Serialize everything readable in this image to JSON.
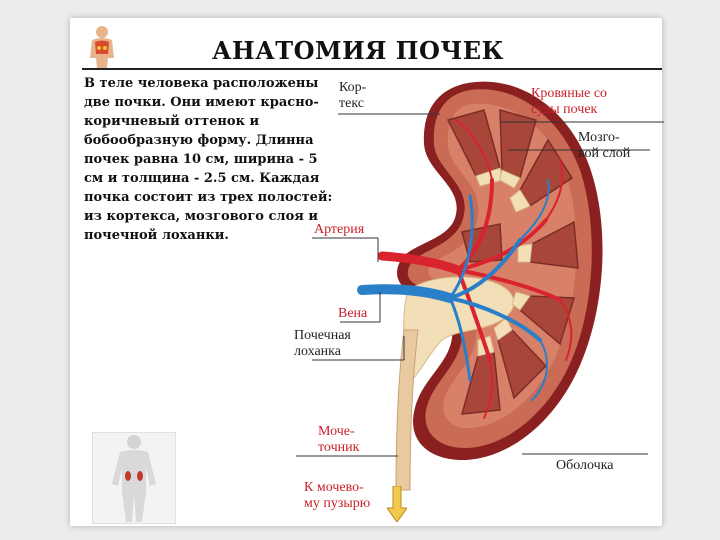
{
  "title": "АНАТОМИЯ ПОЧЕК",
  "description": "В теле человека расположены две почки. Они имеют красно-коричневый оттенок и бобообразную форму. Длинна почек равна 10 см, ширина - 5 см и толщина - 2.5 см. Каждая почка состоит из трех полостей: из кортекса, мозгового слоя и почечной лоханки.",
  "labels": {
    "cortex": "Кор-\nтекс",
    "blood_vessels": "Кровяные со\nсуды почек",
    "medulla": "Мозго-\nвой слой",
    "artery": "Артерия",
    "vein": "Вена",
    "pelvis": "Почечная\nлоханка",
    "ureter": "Моче-\nточник",
    "capsule": "Оболочка",
    "to_bladder": "К мочево-\nму пузырю"
  },
  "icons": [
    "human-anatomy-icon",
    "body-kidneys-thumbnail",
    "down-arrow-icon"
  ],
  "colors": {
    "cortex": "#c96b55",
    "medulla": "#a8463a",
    "capsule": "#8b2020",
    "artery": "#d9232e",
    "vein": "#2a7fc9",
    "pelvis": "#f2dfb8",
    "label_red": "#c8202a"
  }
}
